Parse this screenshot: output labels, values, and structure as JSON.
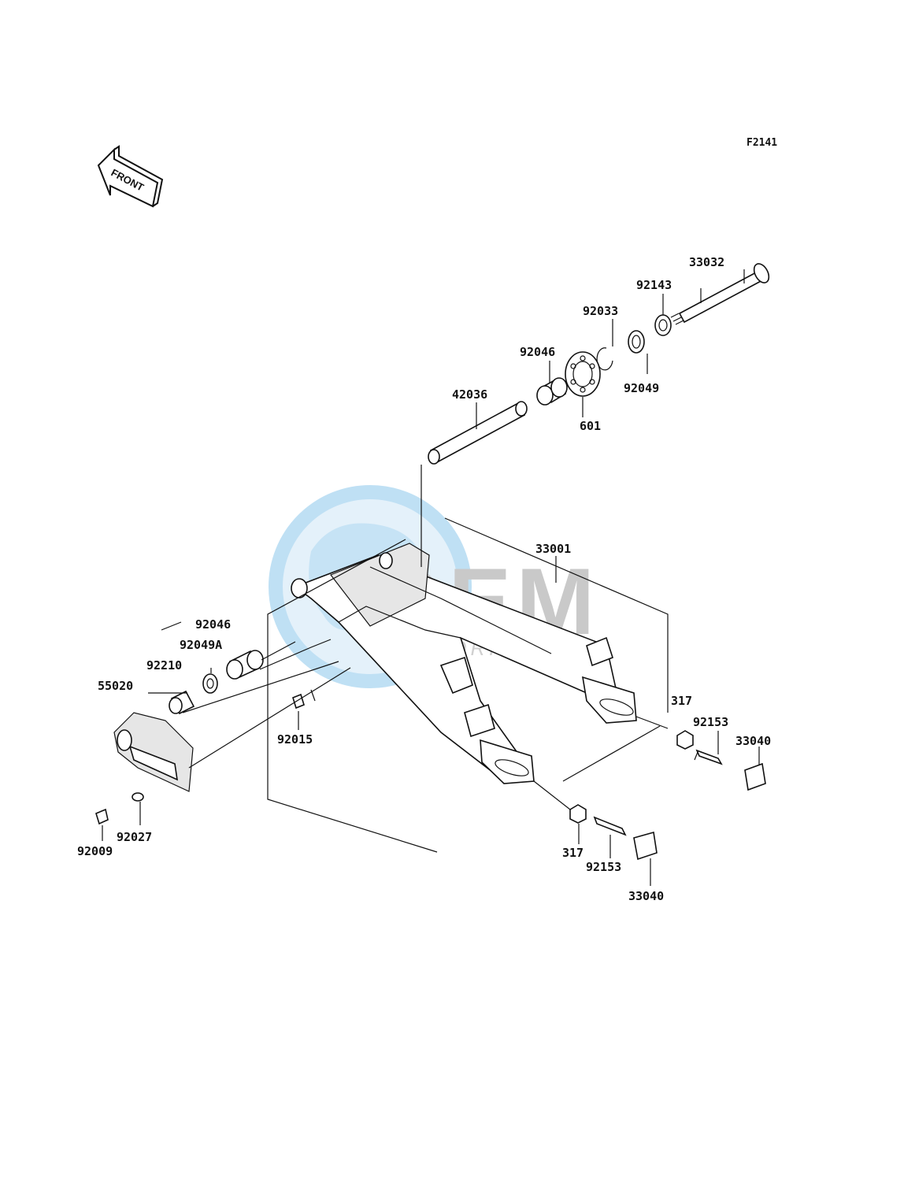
{
  "diagram_code": "F2141",
  "front_arrow_label": "FRONT",
  "watermark": {
    "main": "OEM",
    "sub": "MOTORPARTS",
    "globe_color": "#bfe0f4",
    "text_color": "#c9c9c9"
  },
  "labels": {
    "p33032": "33032",
    "p92143": "92143",
    "p92033": "92033",
    "p92046_top": "92046",
    "p92049": "92049",
    "p601": "601",
    "p42036": "42036",
    "p33001": "33001",
    "p92046_left": "92046",
    "p92049A": "92049A",
    "p92210": "92210",
    "p55020": "55020",
    "p92015": "92015",
    "p317_right": "317",
    "p92153_right": "92153",
    "p33040_right": "33040",
    "p92027": "92027",
    "p92009": "92009",
    "p317_bottom": "317",
    "p92153_bottom": "92153",
    "p33040_bottom": "33040"
  }
}
